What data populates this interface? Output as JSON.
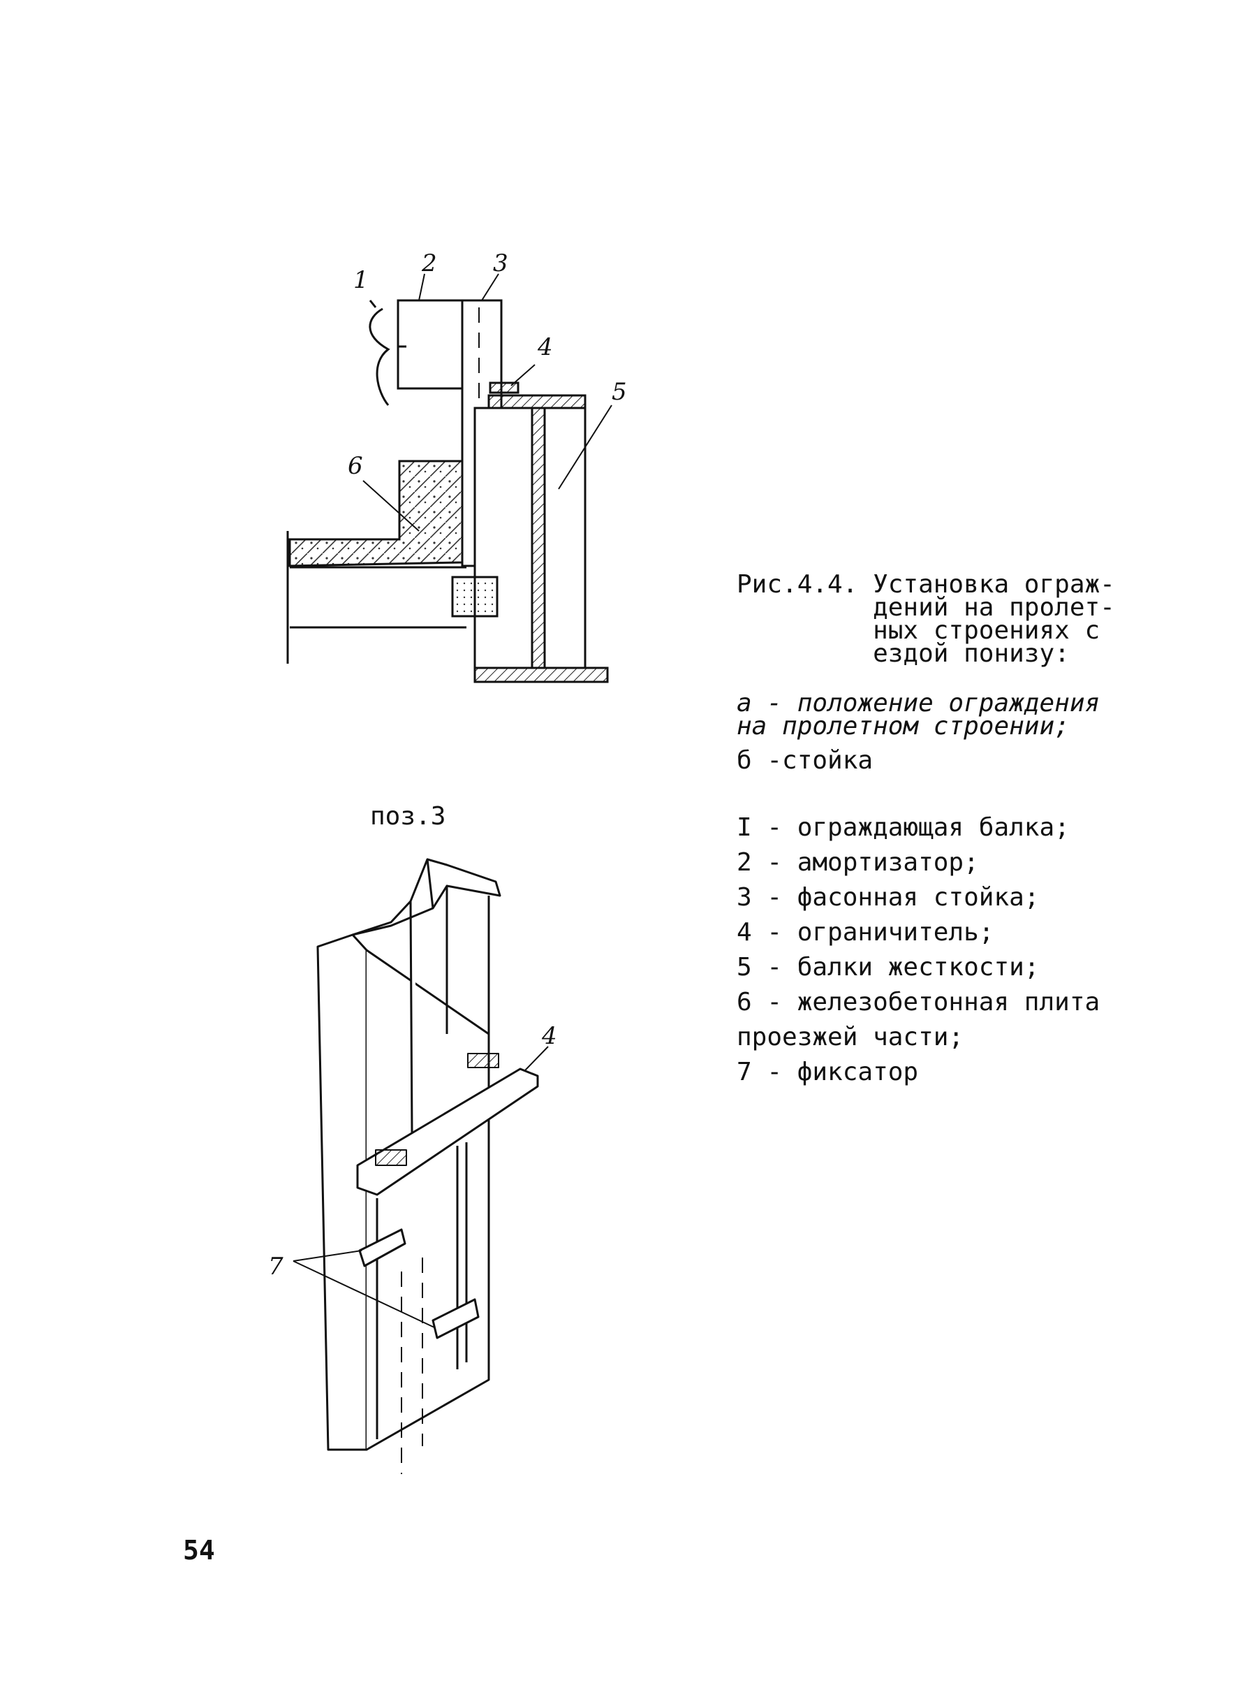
{
  "figure": {
    "caption": "Рис.4.4. Установка ограж-\n         дений на пролет-\n         ных строениях с\n         ездой понизу:",
    "sub_a": "а - положение ограждения\nна пролетном строении;",
    "sub_b": "б -стойка",
    "position_label": "поз.3",
    "callouts_a": {
      "c1": "1",
      "c2": "2",
      "c3": "3",
      "c4": "4",
      "c5": "5",
      "c6": "6"
    },
    "callouts_b": {
      "c4": "4",
      "c7": "7"
    }
  },
  "legend": [
    "I - ограждающая балка;",
    "2 - амортизатор;",
    "3 - фасонная стойка;",
    "4 - ограничитель;",
    "5 - балки жесткости;",
    "6 - железобетонная плита",
    "проезжей части;",
    "7 - фиксатор"
  ],
  "page_number": "54"
}
